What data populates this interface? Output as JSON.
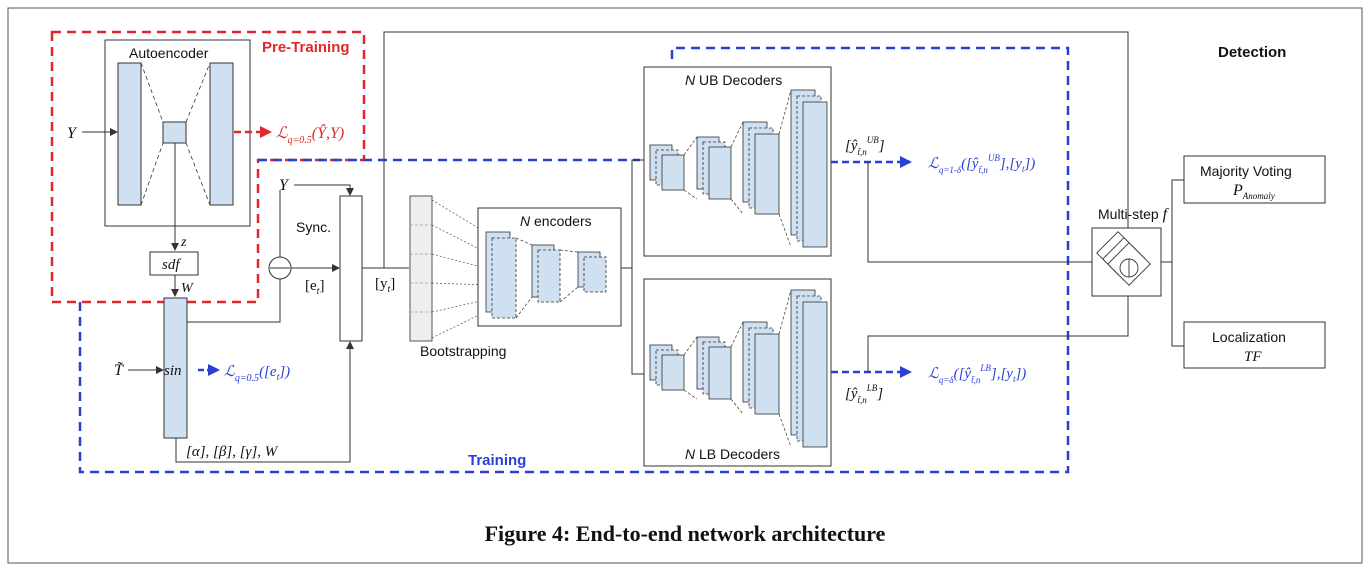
{
  "caption": "Figure 4: End-to-end network architecture",
  "colors": {
    "pretrain": "#e0282c",
    "training": "#2a3fd6",
    "box_fill": "#cfe0f0",
    "line": "#333333"
  },
  "regions": {
    "pretraining": "Pre-Training",
    "training": "Training",
    "detection": "Detection"
  },
  "labels": {
    "autoencoder": "Autoencoder",
    "y_input": "Y",
    "y_sync": "Y",
    "z": "z",
    "sdf": "sdf",
    "w": "W",
    "t_tilde": "T̃",
    "sin": "sin",
    "sync": "Sync.",
    "e_t": "[e",
    "e_t_sub": "t",
    "e_t_close": "]",
    "y_t": "[y",
    "y_t_sub": "t",
    "y_t_close": "]",
    "bootstrapping": "Bootstrapping",
    "n_encoders": "encoders",
    "n_italic": "N",
    "ub_decoders": "UB Decoders",
    "lb_decoders": "LB Decoders",
    "params": "[α], [β], [γ], W",
    "multistep": "Multi-step ",
    "multistep_f": "f",
    "majority_voting": "Majority Voting",
    "p_anomaly": "P",
    "p_anomaly_sub": "Anomaly",
    "localization": "Localization",
    "tf": "TF"
  },
  "losses": {
    "pretrain_loss": "ℒ",
    "pretrain_sub": "q=0.5",
    "pretrain_arg": "(Ŷ,Y)",
    "sin_loss": "ℒ",
    "sin_sub": "q=0.5",
    "sin_arg": "([e",
    "sin_arg_sub": "t",
    "sin_arg_close": "])",
    "ub_loss": "ℒ",
    "ub_sub": "q=1-δ",
    "ub_arg": "([ŷ",
    "ub_arg_sub": "t̃,n",
    "ub_arg_sup": "UB",
    "ub_arg_close": "],[y",
    "ub_arg_sub2": "t",
    "ub_arg_end": "])",
    "lb_loss": "ℒ",
    "lb_sub": "q=δ",
    "lb_arg": "([ŷ",
    "lb_arg_sub": "t̃,n",
    "lb_arg_sup": "LB",
    "lb_arg_close": "],[y",
    "lb_arg_sub2": "t",
    "lb_arg_end": "])",
    "ub_out": "[ŷ",
    "ub_out_sub": "t̃,n",
    "ub_out_sup": "UB",
    "ub_out_close": "]",
    "lb_out": "[ŷ",
    "lb_out_sub": "t̃,n",
    "lb_out_sup": "LB",
    "lb_out_close": "]"
  }
}
